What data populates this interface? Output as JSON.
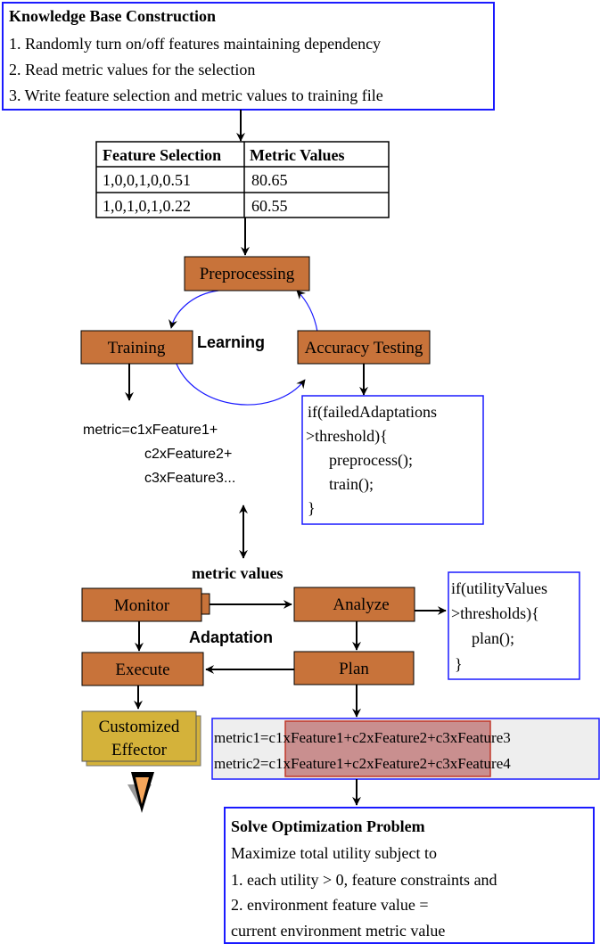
{
  "colors": {
    "box_border": "#1a1aff",
    "process_fill": "#c8733a",
    "effector_fill": "#d4b23a",
    "highlight_fill": "#c98f8f",
    "highlight_border": "#c0392b",
    "formula_bg": "#eeeeee",
    "arrow_effector": "#f5a55a"
  },
  "knowledge": {
    "title": "Knowledge Base Construction",
    "steps": [
      "1. Randomly turn on/off features maintaining dependency",
      "2. Read metric values for the selection",
      "3. Write feature selection and metric values to training file"
    ]
  },
  "table": {
    "headers": [
      "Feature Selection",
      "Metric Values"
    ],
    "rows": [
      [
        "1,0,0,1,0,0.51",
        "80.65"
      ],
      [
        "1,0,1,0,1,0.22",
        "60.55"
      ]
    ]
  },
  "learning": {
    "preprocessing": "Preprocessing",
    "training": "Training",
    "accuracy": "Accuracy Testing",
    "label": "Learning",
    "metric_lines": [
      "metric=c1xFeature1+",
      "c2xFeature2+",
      "c3xFeature3..."
    ],
    "code_lines": [
      "if(failedAdaptations",
      ">threshold){",
      "preprocess();",
      "train();",
      "}"
    ]
  },
  "adaptation": {
    "metric_values_label": "metric values",
    "monitor": "Monitor",
    "analyze": "Analyze",
    "label": "Adaptation",
    "execute": "Execute",
    "plan": "Plan",
    "code_lines": [
      "if(utilityValues",
      ">thresholds){",
      "plan();",
      "}"
    ],
    "effector_lines": [
      "Customized",
      "Effector"
    ]
  },
  "formulas": {
    "m1_prefix": "metric1=",
    "m1_highlight": "c1xFeature1+c2xFeature2",
    "m1_suffix": "+c3xFeature3",
    "m2_prefix": "metric2=",
    "m2_highlight": "c1xFeature1+c2xFeature2",
    "m2_suffix": "+c3xFeature4"
  },
  "optimization": {
    "title": "Solve Optimization Problem",
    "lines": [
      "Maximize total utility subject to",
      "1. each utility > 0, feature constraints and",
      "2. environment feature value =",
      "current environment metric value"
    ]
  }
}
